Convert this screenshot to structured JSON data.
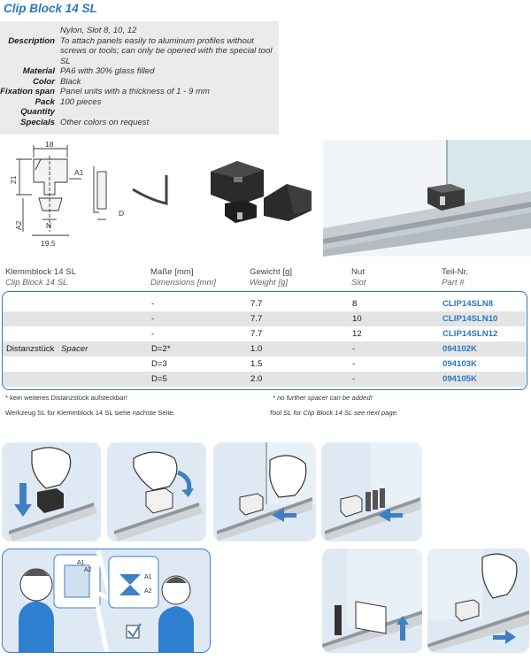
{
  "title": "Clip Block 14 SL",
  "specs": [
    {
      "key": "",
      "value": "Nylon, Slot 8, 10, 12"
    },
    {
      "key": "Description",
      "value": "To attach panels easily to aluminum profiles without screws or tools; can only be opened with the special tool SL"
    },
    {
      "key": "Material",
      "value": "PA6 with 30% glass filled"
    },
    {
      "key": "Color",
      "value": "Black"
    },
    {
      "key": "Fixation span",
      "value": "Panel units with a thickness of 1 - 9 mm"
    },
    {
      "key": "Pack Quantity",
      "value": "100 pieces"
    },
    {
      "key": "Specials",
      "value": "Other colors on request"
    }
  ],
  "drawing_labels": {
    "w18": "18",
    "h21": "21",
    "a1": "A1",
    "a2": "A2",
    "d": "D",
    "n": "N",
    "w19": "19.5"
  },
  "table": {
    "headers": [
      {
        "de": "Klemmblock 14 SL",
        "en": "Clip Block 14 SL"
      },
      {
        "de": "Maße [mm]",
        "en": "Dimensions [mm]"
      },
      {
        "de": "Gewicht [g]",
        "en": "Weight [g]"
      },
      {
        "de": "Nut",
        "en": "Slot"
      },
      {
        "de": "Teil-Nr.",
        "en": "Part #"
      }
    ],
    "rows": [
      {
        "name_de": "",
        "name_en": "",
        "dim": "-",
        "weight": "7.7",
        "slot": "8",
        "part": "CLIP14SLN8"
      },
      {
        "name_de": "",
        "name_en": "",
        "dim": "-",
        "weight": "7.7",
        "slot": "10",
        "part": "CLIP14SLN10"
      },
      {
        "name_de": "",
        "name_en": "",
        "dim": "-",
        "weight": "7.7",
        "slot": "12",
        "part": "CLIP14SLN12"
      },
      {
        "name_de": "Distanzstück",
        "name_en": "Spacer",
        "dim": "D=2*",
        "weight": "1.0",
        "slot": "-",
        "part": "094102K"
      },
      {
        "name_de": "",
        "name_en": "",
        "dim": "D=3",
        "weight": "1.5",
        "slot": "-",
        "part": "094103K"
      },
      {
        "name_de": "",
        "name_en": "",
        "dim": "D=5",
        "weight": "2.0",
        "slot": "-",
        "part": "094105K"
      }
    ]
  },
  "notes": {
    "spacer_de": "* kein weiteres Distanzstück aufsteckbar!",
    "spacer_en": "* no further spacer can be added!",
    "tool_de": "Werkzeug SL für Klemmblock 14 SL siehe nächste Seite.",
    "tool_en": "Tool SL for Clip Block 14 SL see next page."
  },
  "instruction_labels": {
    "a1": "A1",
    "a2": "A2"
  },
  "colors": {
    "accent": "#2a78c5",
    "panel_bg": "#dfe9f3",
    "spec_bg": "#ebebeb",
    "row_shade": "#e4e4e4"
  }
}
